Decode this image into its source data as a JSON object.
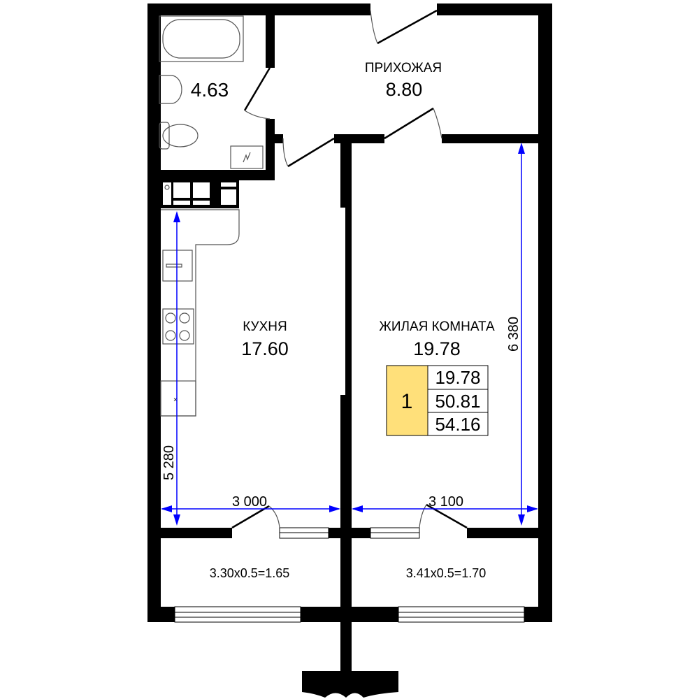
{
  "rooms": {
    "bathroom": {
      "area": "4.63"
    },
    "hallway": {
      "name": "ПРИХОЖАЯ",
      "area": "8.80"
    },
    "kitchen": {
      "name": "КУХНЯ",
      "area": "17.60"
    },
    "living": {
      "name": "ЖИЛАЯ КОМНАТА",
      "area": "19.78"
    },
    "balcony_left": {
      "formula": "3.30x0.5=1.65"
    },
    "balcony_right": {
      "formula": "3.41x0.5=1.70"
    }
  },
  "dimensions": {
    "kitchen_width": "3 000",
    "living_width": "3 100",
    "kitchen_length": "5 280",
    "living_length": "6 380"
  },
  "summary": {
    "rooms_count": "1",
    "living_area": "19.78",
    "usable_area": "50.81",
    "total_area": "54.16",
    "badge_color": "#ffe07a"
  }
}
